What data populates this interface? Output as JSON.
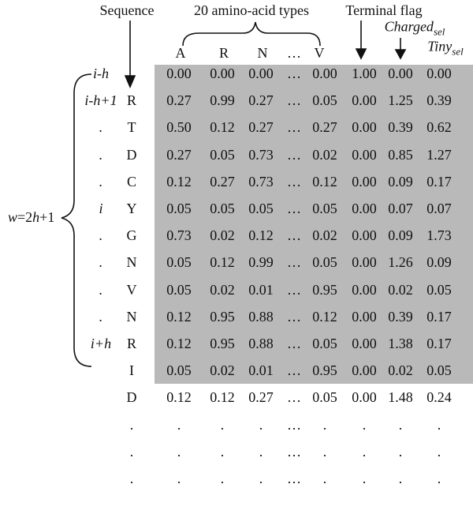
{
  "header": {
    "sequence_label": "Sequence",
    "aa_types_label": "20 amino-acid types",
    "terminal_flag_label": "Terminal flag",
    "charged_label": "Charged",
    "charged_sub": "sel",
    "tiny_label": "Tiny",
    "tiny_sub": "sel"
  },
  "columns": [
    "A",
    "R",
    "N",
    "…",
    "V"
  ],
  "window_label": {
    "w": "w",
    "eq": "=2",
    "h": "h",
    "plus": "+1"
  },
  "rows": [
    {
      "pos": "i-h",
      "aa": "",
      "values": [
        "0.00",
        "0.00",
        "0.00",
        "…",
        "0.00",
        "1.00",
        "0.00",
        "0.00"
      ]
    },
    {
      "pos": "i-h+1",
      "aa": "R",
      "values": [
        "0.27",
        "0.99",
        "0.27",
        "…",
        "0.05",
        "0.00",
        "1.25",
        "0.39"
      ]
    },
    {
      "pos": ".",
      "aa": "T",
      "values": [
        "0.50",
        "0.12",
        "0.27",
        "…",
        "0.27",
        "0.00",
        "0.39",
        "0.62"
      ]
    },
    {
      "pos": ".",
      "aa": "D",
      "values": [
        "0.27",
        "0.05",
        "0.73",
        "…",
        "0.02",
        "0.00",
        "0.85",
        "1.27"
      ]
    },
    {
      "pos": ".",
      "aa": "C",
      "values": [
        "0.12",
        "0.27",
        "0.73",
        "…",
        "0.12",
        "0.00",
        "0.09",
        "0.17"
      ]
    },
    {
      "pos": "i",
      "aa": "Y",
      "values": [
        "0.05",
        "0.05",
        "0.05",
        "…",
        "0.05",
        "0.00",
        "0.07",
        "0.07"
      ]
    },
    {
      "pos": ".",
      "aa": "G",
      "values": [
        "0.73",
        "0.02",
        "0.12",
        "…",
        "0.02",
        "0.00",
        "0.09",
        "1.73"
      ]
    },
    {
      "pos": ".",
      "aa": "N",
      "values": [
        "0.05",
        "0.12",
        "0.99",
        "…",
        "0.05",
        "0.00",
        "1.26",
        "0.09"
      ]
    },
    {
      "pos": ".",
      "aa": "V",
      "values": [
        "0.05",
        "0.02",
        "0.01",
        "…",
        "0.95",
        "0.00",
        "0.02",
        "0.05"
      ]
    },
    {
      "pos": ".",
      "aa": "N",
      "values": [
        "0.12",
        "0.95",
        "0.88",
        "…",
        "0.12",
        "0.00",
        "0.39",
        "0.17"
      ]
    },
    {
      "pos": "i+h",
      "aa": "R",
      "values": [
        "0.12",
        "0.95",
        "0.88",
        "…",
        "0.05",
        "0.00",
        "1.38",
        "0.17"
      ]
    },
    {
      "pos": "",
      "aa": "I",
      "values": [
        "0.05",
        "0.02",
        "0.01",
        "…",
        "0.95",
        "0.00",
        "0.02",
        "0.05"
      ]
    },
    {
      "pos": "",
      "aa": "D",
      "values": [
        "0.12",
        "0.12",
        "0.27",
        "…",
        "0.05",
        "0.00",
        "1.48",
        "0.24"
      ]
    },
    {
      "pos": "",
      "aa": ".",
      "values": [
        ".",
        ".",
        ".",
        "…",
        ".",
        ".",
        ".",
        "."
      ]
    },
    {
      "pos": "",
      "aa": ".",
      "values": [
        ".",
        ".",
        ".",
        "…",
        ".",
        ".",
        ".",
        "."
      ]
    },
    {
      "pos": "",
      "aa": ".",
      "values": [
        ".",
        ".",
        ".",
        "…",
        ".",
        ".",
        ".",
        "."
      ]
    }
  ],
  "colors": {
    "shade": "#b9b9b9",
    "ink": "#111111"
  }
}
